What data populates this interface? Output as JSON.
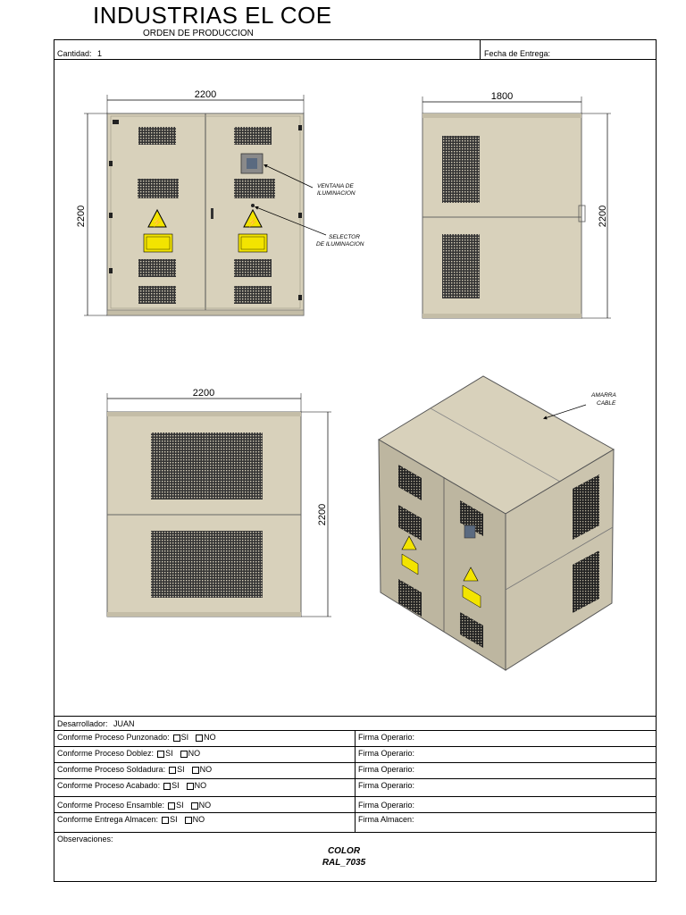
{
  "header": {
    "title": "INDUSTRIAS EL COE",
    "subtitle": "ORDEN DE PRODUCCION",
    "cantidad_label": "Cantidad:",
    "cantidad_value": "1",
    "fecha_label": "Fecha de Entrega:"
  },
  "drawing": {
    "front_width": "2200",
    "front_height": "2200",
    "side_width": "1800",
    "side_height": "2200",
    "back_width": "2200",
    "back_height": "2200",
    "callout_ventana_1": "VENTANA DE",
    "callout_ventana_2": "ILUMINACION",
    "callout_selector_1": "SELECTOR",
    "callout_selector_2": "DE ILUMINACION",
    "callout_amarra_1": "AMARRA",
    "callout_amarra_2": "CABLE",
    "panel_color": "#d8d1bb",
    "warning_color": "#f3e400"
  },
  "form": {
    "desarrollador_label": "Desarrollador:",
    "desarrollador_value": "JUAN",
    "rows": [
      {
        "label": "Conforme Proceso Punzonado:",
        "firma": "Firma Operario:"
      },
      {
        "label": "Conforme Proceso Doblez:",
        "firma": "Firma Operario:"
      },
      {
        "label": "Conforme Proceso Soldadura:",
        "firma": "Firma Operario:"
      },
      {
        "label": "Conforme Proceso Acabado:",
        "firma": "Firma Operario:"
      },
      {
        "label": "Conforme Proceso Ensamble:",
        "firma": "Firma Operario:"
      },
      {
        "label": "Conforme Entrega Almacen:",
        "firma": "Firma Almacen:"
      }
    ],
    "si_label": "SI",
    "no_label": "NO",
    "observaciones_label": "Observaciones:",
    "color_label": "COLOR",
    "color_value": "RAL_7035"
  }
}
